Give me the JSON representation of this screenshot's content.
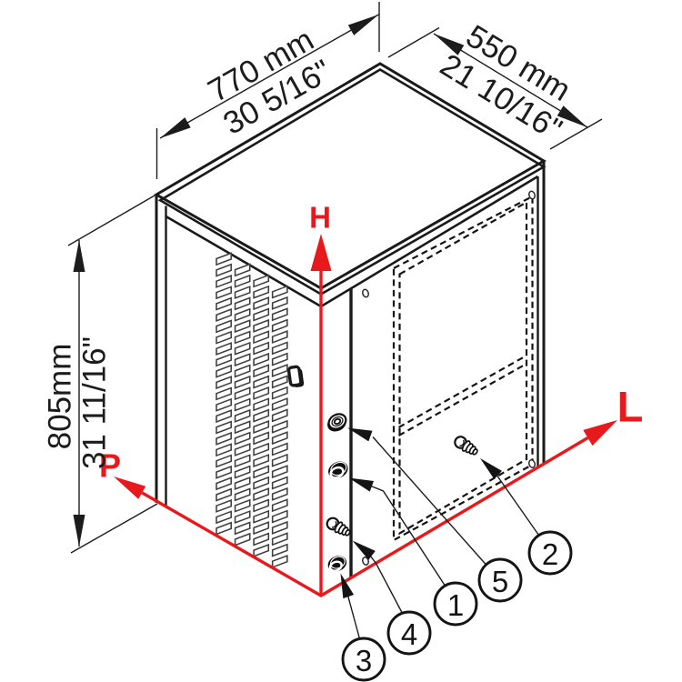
{
  "drawing": {
    "description": "isometric technical dimension drawing of an ice machine cabinet",
    "background": "#ffffff",
    "line_color": "#1a1a1a",
    "accent_red": "#e8191d",
    "grille_color": "#3f3f3f"
  },
  "dimensions": {
    "width": {
      "primary": "770 mm",
      "secondary": "30 5/16\""
    },
    "depth": {
      "primary": "550 mm",
      "secondary": "21 10/16\""
    },
    "height": {
      "primary": "805mm",
      "secondary": "31 11/16\""
    }
  },
  "axis_labels": {
    "up": "H",
    "right": "L",
    "left": "P"
  },
  "callouts": [
    {
      "number": "1",
      "target": "connector-cap-upper"
    },
    {
      "number": "2",
      "target": "panel-screw"
    },
    {
      "number": "3",
      "target": "connector-cap-lower"
    },
    {
      "number": "4",
      "target": "corner-screw"
    },
    {
      "number": "5",
      "target": "ring-washer"
    }
  ]
}
